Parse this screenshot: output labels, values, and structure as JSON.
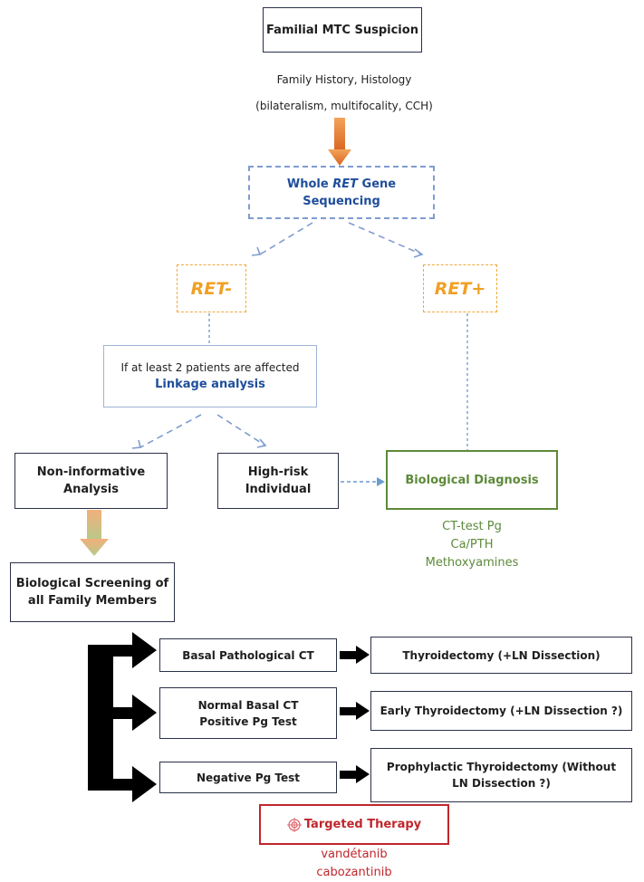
{
  "colors": {
    "dark_border": "#2b3147",
    "blue_text": "#1f4e9a",
    "dashed_blue": "#7f9ccf",
    "orange_dash": "#f2a93b",
    "arrow_orange": "#e07a2a",
    "green": "#5d8a3a",
    "red": "#c0262c"
  },
  "top": {
    "title": "Familial MTC Suspicion",
    "line1": "Family History, Histology",
    "line2": "(bilateralism, multifocality, CCH)"
  },
  "sequencing": {
    "part1": "Whole ",
    "part_italic": "RET",
    "part2": " Gene",
    "line2": "Sequencing"
  },
  "ret_neg": "RET-",
  "ret_pos": "RET+",
  "linkage": {
    "line1": "If at least 2 patients are affected",
    "line2": "Linkage analysis"
  },
  "noninformative": {
    "line1": "Non-informative",
    "line2": "Analysis"
  },
  "highrisk": {
    "line1": "High-risk",
    "line2": "Individual"
  },
  "biodiag": {
    "title": "Biological Diagnosis",
    "tests": [
      "CT-test Pg",
      "Ca/PTH",
      "Methoxyamines"
    ]
  },
  "screening": {
    "line1": "Biological Screening of",
    "line2": "all Family Members"
  },
  "basal": "Basal Pathological CT",
  "normal": {
    "line1": "Normal Basal CT",
    "line2": "Positive Pg Test"
  },
  "negative": "Negative Pg Test",
  "thyroidectomy": "Thyroidectomy (+LN Dissection)",
  "early": "Early Thyroidectomy (+LN Dissection ?)",
  "prophylactic": {
    "line1": "Prophylactic Thyroidectomy (Without",
    "line2": "LN Dissection ?)"
  },
  "targeted": {
    "title": "Targeted Therapy",
    "icon": "target-icon",
    "drugs": [
      "vandétanib",
      "cabozantinib"
    ]
  }
}
